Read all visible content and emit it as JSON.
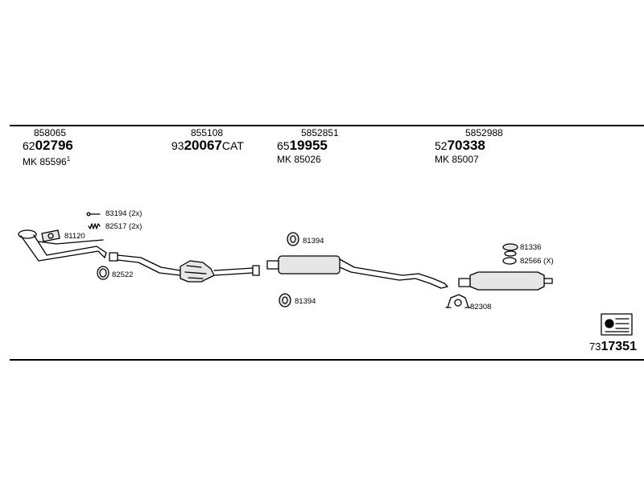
{
  "columns": [
    {
      "ref": "858065",
      "num_prefix": "62",
      "num_main": "02796",
      "num_suffix": "",
      "mk": "MK 85596",
      "mk_sup": "1"
    },
    {
      "ref": "855108",
      "num_prefix": "93",
      "num_main": "20067",
      "num_suffix": "CAT",
      "mk": "",
      "mk_sup": ""
    },
    {
      "ref": "5852851",
      "num_prefix": "65",
      "num_main": "19955",
      "num_suffix": "",
      "mk": "MK 85026",
      "mk_sup": ""
    },
    {
      "ref": "5852988",
      "num_prefix": "52",
      "num_main": "70338",
      "num_suffix": "",
      "mk": "MK 85007",
      "mk_sup": ""
    }
  ],
  "parts": {
    "p83194": "83194 (2x)",
    "p82517": "82517 (2x)",
    "p81120": "81120",
    "p82522": "82522",
    "p81394_top": "81394",
    "p81394_bottom": "81394",
    "p81336": "81336",
    "p82566": "82566 (X)",
    "p82308": "82308"
  },
  "catalog": {
    "prefix": "73",
    "main": "17351"
  },
  "colors": {
    "line": "#000000",
    "background": "#ffffff",
    "part_fill": "#e6e6e6"
  }
}
